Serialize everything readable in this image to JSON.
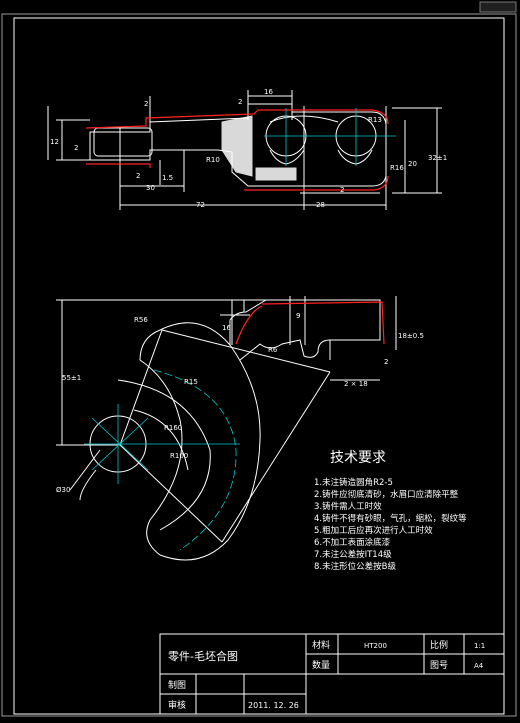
{
  "drawing": {
    "top_dims": {
      "d16": "16",
      "d2a": "2",
      "d2b": "2",
      "d12": "12",
      "d2c": "2",
      "d2d": "2",
      "d15": "1.5",
      "d30": "30",
      "d72": "72",
      "d28": "28",
      "d2e": "2",
      "d20": "20",
      "d32": "32±1",
      "r13": "R13",
      "r10": "R10",
      "r16": "R16"
    },
    "mid_dims": {
      "r15": "R15",
      "r56": "R56",
      "r6": "R6",
      "d16v": "16",
      "d9": "9",
      "d2": "2",
      "d18": "18±0.5",
      "d55": "55±1",
      "r100": "R100",
      "r160": "R160",
      "dia": "Ø30",
      "d18h": "2 × 18"
    }
  },
  "tech_requirements": {
    "title": "技术要求",
    "items": [
      "1.未注铸造圆角R2-5",
      "2.铸件应彻底清砂，水眉口应清除平整",
      "3.铸件需人工时效",
      "4.铸件不得有砂眼，气孔，缩松，裂纹等",
      "5.粗加工后应再次进行人工时效",
      "6.不加工表面涂底漆",
      "7.未注公差按IT14级",
      "8.未注形位公差按B级"
    ]
  },
  "title_block": {
    "name": "零件-毛坯合图",
    "material_label": "材料",
    "material_value": "HT200",
    "scale_label": "比例",
    "scale_value": "1:1",
    "qty_label": "数量",
    "drawing_no_label": "图号",
    "drawing_no_value": "A4",
    "drawn_label": "制图",
    "checked_label": "审核",
    "date": "2011. 12. 26"
  },
  "colors": {
    "line": "#ffffff",
    "centerline": "#00c8c8",
    "red": "#ff2020",
    "background": "#000000",
    "frame_outer": "#a0a0a0"
  }
}
